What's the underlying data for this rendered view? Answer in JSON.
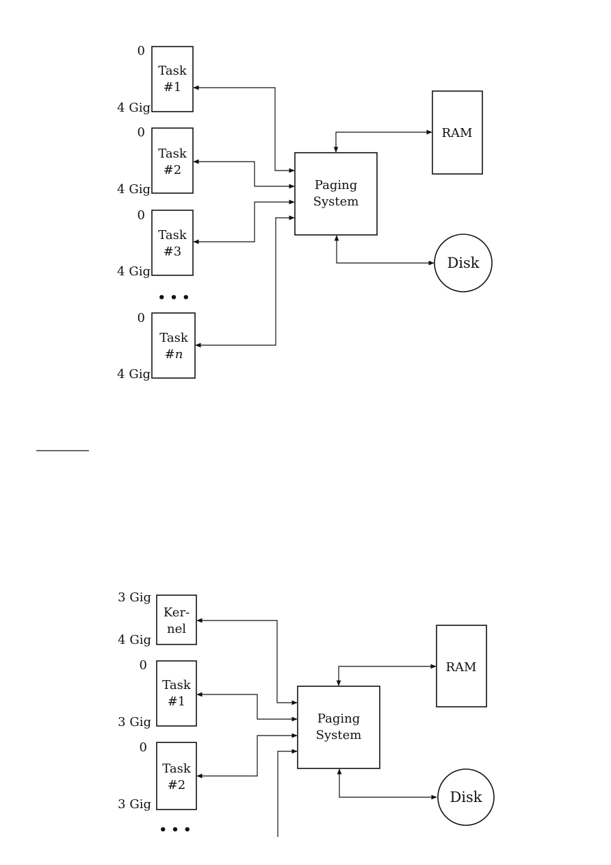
{
  "diagram1": {
    "tasks": [
      {
        "line1": "Task",
        "line2": "#1",
        "top_label": "0",
        "bottom_label": "4 Gig"
      },
      {
        "line1": "Task",
        "line2": "#2",
        "top_label": "0",
        "bottom_label": "4 Gig"
      },
      {
        "line1": "Task",
        "line2": "#3",
        "top_label": "0",
        "bottom_label": "4 Gig"
      },
      {
        "line1": "Task",
        "line2": "#n",
        "top_label": "0",
        "bottom_label": "4 Gig"
      }
    ],
    "ellipsis": "• • •",
    "paging": {
      "line1": "Paging",
      "line2": "System"
    },
    "ram": "RAM",
    "disk": "Disk"
  },
  "diagram2": {
    "kernel": {
      "line1": "Ker-",
      "line2": "nel",
      "top_label": "3 Gig",
      "bottom_label": "4 Gig"
    },
    "tasks": [
      {
        "line1": "Task",
        "line2": "#1",
        "top_label": "0",
        "bottom_label": "3 Gig"
      },
      {
        "line1": "Task",
        "line2": "#2",
        "top_label": "0",
        "bottom_label": "3 Gig"
      }
    ],
    "ellipsis": "• • •",
    "paging": {
      "line1": "Paging",
      "line2": "System"
    },
    "ram": "RAM",
    "disk": "Disk"
  }
}
